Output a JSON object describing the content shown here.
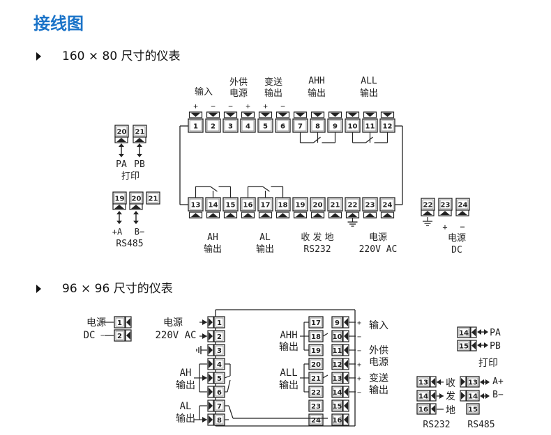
{
  "title": "接线图",
  "section1": {
    "label": "160 × 80 尺寸的仪表"
  },
  "section2": {
    "label": "96 × 96 尺寸的仪表"
  },
  "d1": {
    "top_pins": [
      "1",
      "2",
      "3",
      "4",
      "5",
      "6",
      "7",
      "8",
      "9",
      "10",
      "11",
      "12"
    ],
    "bottom_pins": [
      "13",
      "14",
      "15",
      "16",
      "17",
      "18",
      "19",
      "20",
      "21",
      "22",
      "23",
      "24"
    ],
    "top_signs": [
      "+",
      "−",
      "−",
      "+",
      "+",
      "−"
    ],
    "labels": {
      "input": [
        "输入"
      ],
      "supply": [
        "外供",
        "电源"
      ],
      "trans": [
        "变送",
        "输出"
      ],
      "ahh": [
        "AHH",
        "输出"
      ],
      "all": [
        "ALL",
        "输出"
      ],
      "ah": [
        "AH",
        "输出"
      ],
      "al": [
        "AL",
        "输出"
      ],
      "rxgnd": "收 发 地",
      "rs232": "RS232",
      "power": "电源",
      "ac": "220V AC",
      "dc_power": "电源",
      "dc": "DC",
      "dc_signs": [
        "+",
        "−"
      ]
    },
    "print_pins": [
      "20",
      "21"
    ],
    "print_pa": "PA",
    "print_pb": "PB",
    "print_label": "打印",
    "rs485_pins": [
      "19",
      "20",
      "21"
    ],
    "rs485_a": "+A",
    "rs485_b": "B−",
    "rs485_label": "RS485",
    "dc_pins": [
      "22",
      "23",
      "24"
    ]
  },
  "d2": {
    "left_pins": [
      "1",
      "2",
      "3",
      "4",
      "5",
      "6",
      "7",
      "8"
    ],
    "right_inner": [
      "17",
      "18",
      "19",
      "20",
      "21",
      "22",
      "23",
      "24"
    ],
    "right_outer": [
      "9",
      "10",
      "11",
      "12",
      "13",
      "14",
      "15",
      "16"
    ],
    "dc_pins": [
      "1",
      "2"
    ],
    "dc_label": [
      "电源",
      "DC"
    ],
    "dc_signs": [
      "+",
      "−"
    ],
    "ac_label": [
      "电源",
      "220V AC"
    ],
    "ah_label": [
      "AH",
      "输出"
    ],
    "al_label": [
      "AL",
      "输出"
    ],
    "ahh_label": [
      "AHH",
      "输出"
    ],
    "all_label": [
      "ALL",
      "输出"
    ],
    "right_labels": {
      "input": "输入",
      "supply": [
        "外供",
        "电源"
      ],
      "trans": [
        "变送",
        "输出"
      ]
    },
    "right_signs": [
      "+",
      "−",
      "−",
      "+",
      "+",
      "−"
    ],
    "print_pins": [
      "14",
      "15"
    ],
    "print_names": [
      "PA",
      "PB"
    ],
    "print_label": "打印",
    "rs232_pins": [
      "13",
      "14",
      "16"
    ],
    "rs232_names": [
      "收",
      "发",
      "地"
    ],
    "rs485_pins": [
      "13",
      "14",
      "15"
    ],
    "rs485_names": [
      "A+",
      "B−"
    ],
    "rs232_label": "RS232",
    "rs485_label": "RS485"
  }
}
